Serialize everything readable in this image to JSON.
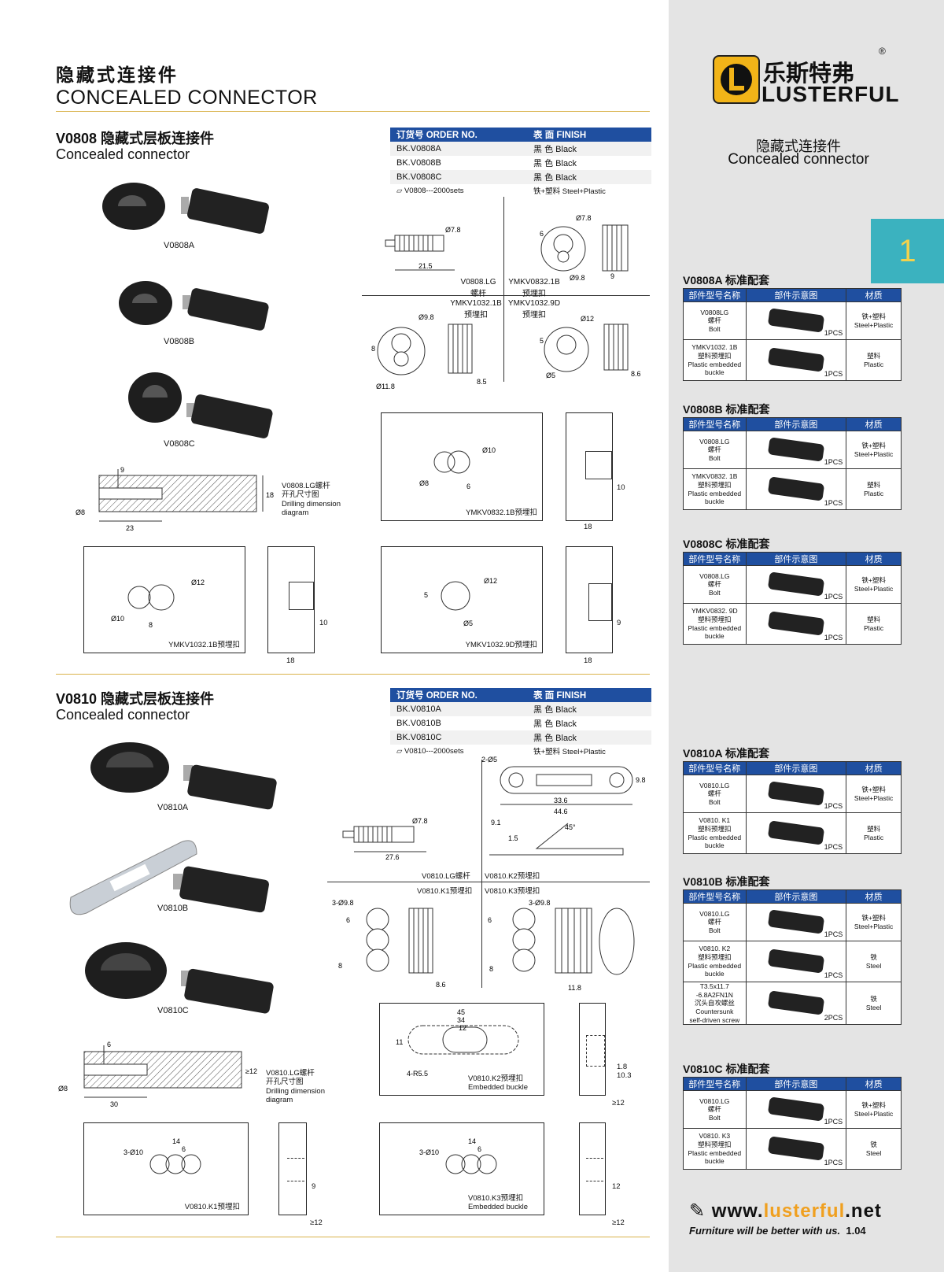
{
  "header": {
    "title_cn": "隐藏式连接件",
    "title_en": "CONCEALED CONNECTOR"
  },
  "brand": {
    "name_cn": "乐斯特弗",
    "name_en": "LUSTERFUL",
    "registered": "®",
    "subtitle_cn": "隐藏式连接件",
    "subtitle_en": "Concealed connector",
    "page_tab": "1"
  },
  "colors": {
    "accent": "#1f4fa0",
    "rule": "#d9b24a",
    "tab": "#3bb2bf",
    "tab_text": "#f3d24d",
    "web_accent": "#f0a020"
  },
  "sections": [
    {
      "code_cn": "V0808 隐藏式层板连接件",
      "name_en": "Concealed connector",
      "order_header": [
        "订货号 ORDER NO.",
        "表 面 FINISH"
      ],
      "order_rows": [
        [
          "BK.V0808A",
          "黑 色 Black"
        ],
        [
          "BK.V0808B",
          "黑 色 Black"
        ],
        [
          "BK.V0808C",
          "黑 色 Black"
        ],
        [
          "V0808---2000sets",
          "铁+塑料  Steel+Plastic"
        ]
      ],
      "products": [
        "V0808A",
        "V0808B",
        "V0808C"
      ],
      "drill_caption": [
        "V0808.LG螺杆",
        "开孔尺寸图",
        "Drilling dimension",
        "diagram"
      ],
      "parts": {
        "bolt": [
          "V0808.LG",
          "螺杆"
        ],
        "b1": [
          "YMKV0832.1B",
          "预埋扣"
        ],
        "b2": [
          "YMKV1032.1B",
          "预埋扣"
        ],
        "b3": [
          "YMKV1032.9D",
          "预埋扣"
        ]
      },
      "dims": {
        "d1": "Ø7.8",
        "d2": "21.5",
        "d3": "Ø7.8",
        "d4": "6",
        "d5": "Ø9.8",
        "d6": "9",
        "d7": "Ø9.8",
        "d8": "8",
        "d9": "Ø11.8",
        "d10": "8.5",
        "d11": "Ø12",
        "d12": "5",
        "d13": "Ø5",
        "d14": "8.6",
        "dd1": "9",
        "dd2": "Ø8",
        "dd3": "23",
        "dd4": "18"
      },
      "boxes": [
        {
          "caption": "YMKV0832.1B预埋扣",
          "a": "Ø10",
          "b": "Ø8",
          "c": "6",
          "side_w": "18",
          "side_h": "10"
        },
        {
          "caption": "YMKV1032.1B预埋扣",
          "a": "Ø12",
          "b": "Ø10",
          "c": "8",
          "side_w": "18",
          "side_h": "10"
        },
        {
          "caption": "YMKV1032.9D预埋扣",
          "a": "Ø12",
          "b": "5",
          "c": "Ø5",
          "side_w": "18",
          "side_h": "9"
        }
      ]
    },
    {
      "code_cn": "V0810 隐藏式层板连接件",
      "name_en": "Concealed connector",
      "order_header": [
        "订货号 ORDER NO.",
        "表 面 FINISH"
      ],
      "order_rows": [
        [
          "BK.V0810A",
          "黑 色 Black"
        ],
        [
          "BK.V0810B",
          "黑 色 Black"
        ],
        [
          "BK.V0810C",
          "黑 色 Black"
        ],
        [
          "V0810---2000sets",
          "铁+塑料  Steel+Plastic"
        ]
      ],
      "products": [
        "V0810A",
        "V0810B",
        "V0810C"
      ],
      "drill_caption": [
        "V0810.LG螺杆",
        "开孔尺寸图",
        "Drilling dimension",
        "diagram"
      ],
      "parts": {
        "bolt": "V0810.LG螺杆",
        "k2": "V0810.K2预埋扣",
        "k1": "V0810.K1预埋扣",
        "k3": "V0810.K3预埋扣"
      },
      "dims": {
        "e1": "Ø7.8",
        "e2": "27.6",
        "e3": "2-Ø5",
        "e4": "33.6",
        "e5": "44.6",
        "e6": "9.8",
        "e7": "9.1",
        "e8": "1.5",
        "e9": "45°",
        "e10": "3-Ø9.8",
        "e11": "6",
        "e12": "8",
        "e13": "8.6",
        "e14": "3-Ø9.8",
        "e15": "6",
        "e16": "8",
        "e17": "11.8",
        "ed1": "6",
        "ed2": "Ø8",
        "ed3": "30",
        "ed4": "≥12"
      },
      "k2box": {
        "caption": "V0810.K2预埋扣",
        "caption_en": "Embedded buckle",
        "w1": "45",
        "w2": "34",
        "w3": "12",
        "h": "11",
        "r": "4-R5.5",
        "s1": "1.8",
        "s2": "10.3",
        "s3": "≥12"
      },
      "k1box": {
        "caption": "V0810.K1预埋扣",
        "a": "3-Ø10",
        "b": "14",
        "c": "6",
        "s1": "9",
        "s2": "≥12"
      },
      "k3box": {
        "caption": "V0810.K3预埋扣",
        "caption_en": "Embedded buckle",
        "a": "3-Ø10",
        "b": "14",
        "c": "6",
        "s1": "12",
        "s2": "≥12"
      }
    }
  ],
  "kits": [
    {
      "title": "V0808A 标准配套",
      "rows": [
        {
          "name": [
            "V0808LG",
            "螺杆",
            "Bolt"
          ],
          "pcs": "1PCS",
          "mat": [
            "铁+塑料",
            "Steel+Plastic"
          ]
        },
        {
          "name": [
            "YMKV1032. 1B",
            "塑料预埋扣",
            "Plastic embedded",
            "buckle"
          ],
          "pcs": "1PCS",
          "mat": [
            "塑料",
            "Plastic"
          ]
        }
      ]
    },
    {
      "title": "V0808B 标准配套",
      "rows": [
        {
          "name": [
            "V0808.LG",
            "螺杆",
            "Bolt"
          ],
          "pcs": "1PCS",
          "mat": [
            "铁+塑料",
            "Steel+Plastic"
          ]
        },
        {
          "name": [
            "YMKV0832. 1B",
            "塑料预埋扣",
            "Plastic embedded",
            "buckle"
          ],
          "pcs": "1PCS",
          "mat": [
            "塑料",
            "Plastic"
          ]
        }
      ]
    },
    {
      "title": "V0808C 标准配套",
      "rows": [
        {
          "name": [
            "V0808.LG",
            "螺杆",
            "Bolt"
          ],
          "pcs": "1PCS",
          "mat": [
            "铁+塑料",
            "Steel+Plastic"
          ]
        },
        {
          "name": [
            "YMKV0832. 9D",
            "塑料预埋扣",
            "Plastic embedded",
            "buckle"
          ],
          "pcs": "1PCS",
          "mat": [
            "塑料",
            "Plastic"
          ]
        }
      ]
    },
    {
      "title": "V0810A 标准配套",
      "rows": [
        {
          "name": [
            "V0810.LG",
            "螺杆",
            "Bolt"
          ],
          "pcs": "1PCS",
          "mat": [
            "铁+塑料",
            "Steel+Plastic"
          ]
        },
        {
          "name": [
            "V0810. K1",
            "塑料预埋扣",
            "Plastic embedded",
            "buckle"
          ],
          "pcs": "1PCS",
          "mat": [
            "塑料",
            "Plastic"
          ]
        }
      ]
    },
    {
      "title": "V0810B 标准配套",
      "rows": [
        {
          "name": [
            "V0810.LG",
            "螺杆",
            "Bolt"
          ],
          "pcs": "1PCS",
          "mat": [
            "铁+塑料",
            "Steel+Plastic"
          ]
        },
        {
          "name": [
            "V0810. K2",
            "塑料预埋扣",
            "Plastic embedded",
            "buckle"
          ],
          "pcs": "1PCS",
          "mat": [
            "铁",
            "Steel"
          ]
        },
        {
          "name": [
            "T3.5x11.7",
            "-6.8A2FN1N",
            "沉头自攻螺丝",
            "Countersunk",
            "self-driven screw"
          ],
          "pcs": "2PCS",
          "mat": [
            "铁",
            "Steel"
          ]
        }
      ]
    },
    {
      "title": "V0810C 标准配套",
      "rows": [
        {
          "name": [
            "V0810.LG",
            "螺杆",
            "Bolt"
          ],
          "pcs": "1PCS",
          "mat": [
            "铁+塑料",
            "Steel+Plastic"
          ]
        },
        {
          "name": [
            "V0810. K3",
            "塑料预埋扣",
            "Plastic embedded",
            "buckle"
          ],
          "pcs": "1PCS",
          "mat": [
            "铁",
            "Steel"
          ]
        }
      ]
    }
  ],
  "kit_header": [
    "部件型号名称",
    "部件示意图",
    "材质"
  ],
  "footer": {
    "web_pre": "www.",
    "web_accent": "lusterful",
    "web_post": ".net",
    "tagline": "Furniture will be better with us.",
    "page_num": "1.04"
  }
}
